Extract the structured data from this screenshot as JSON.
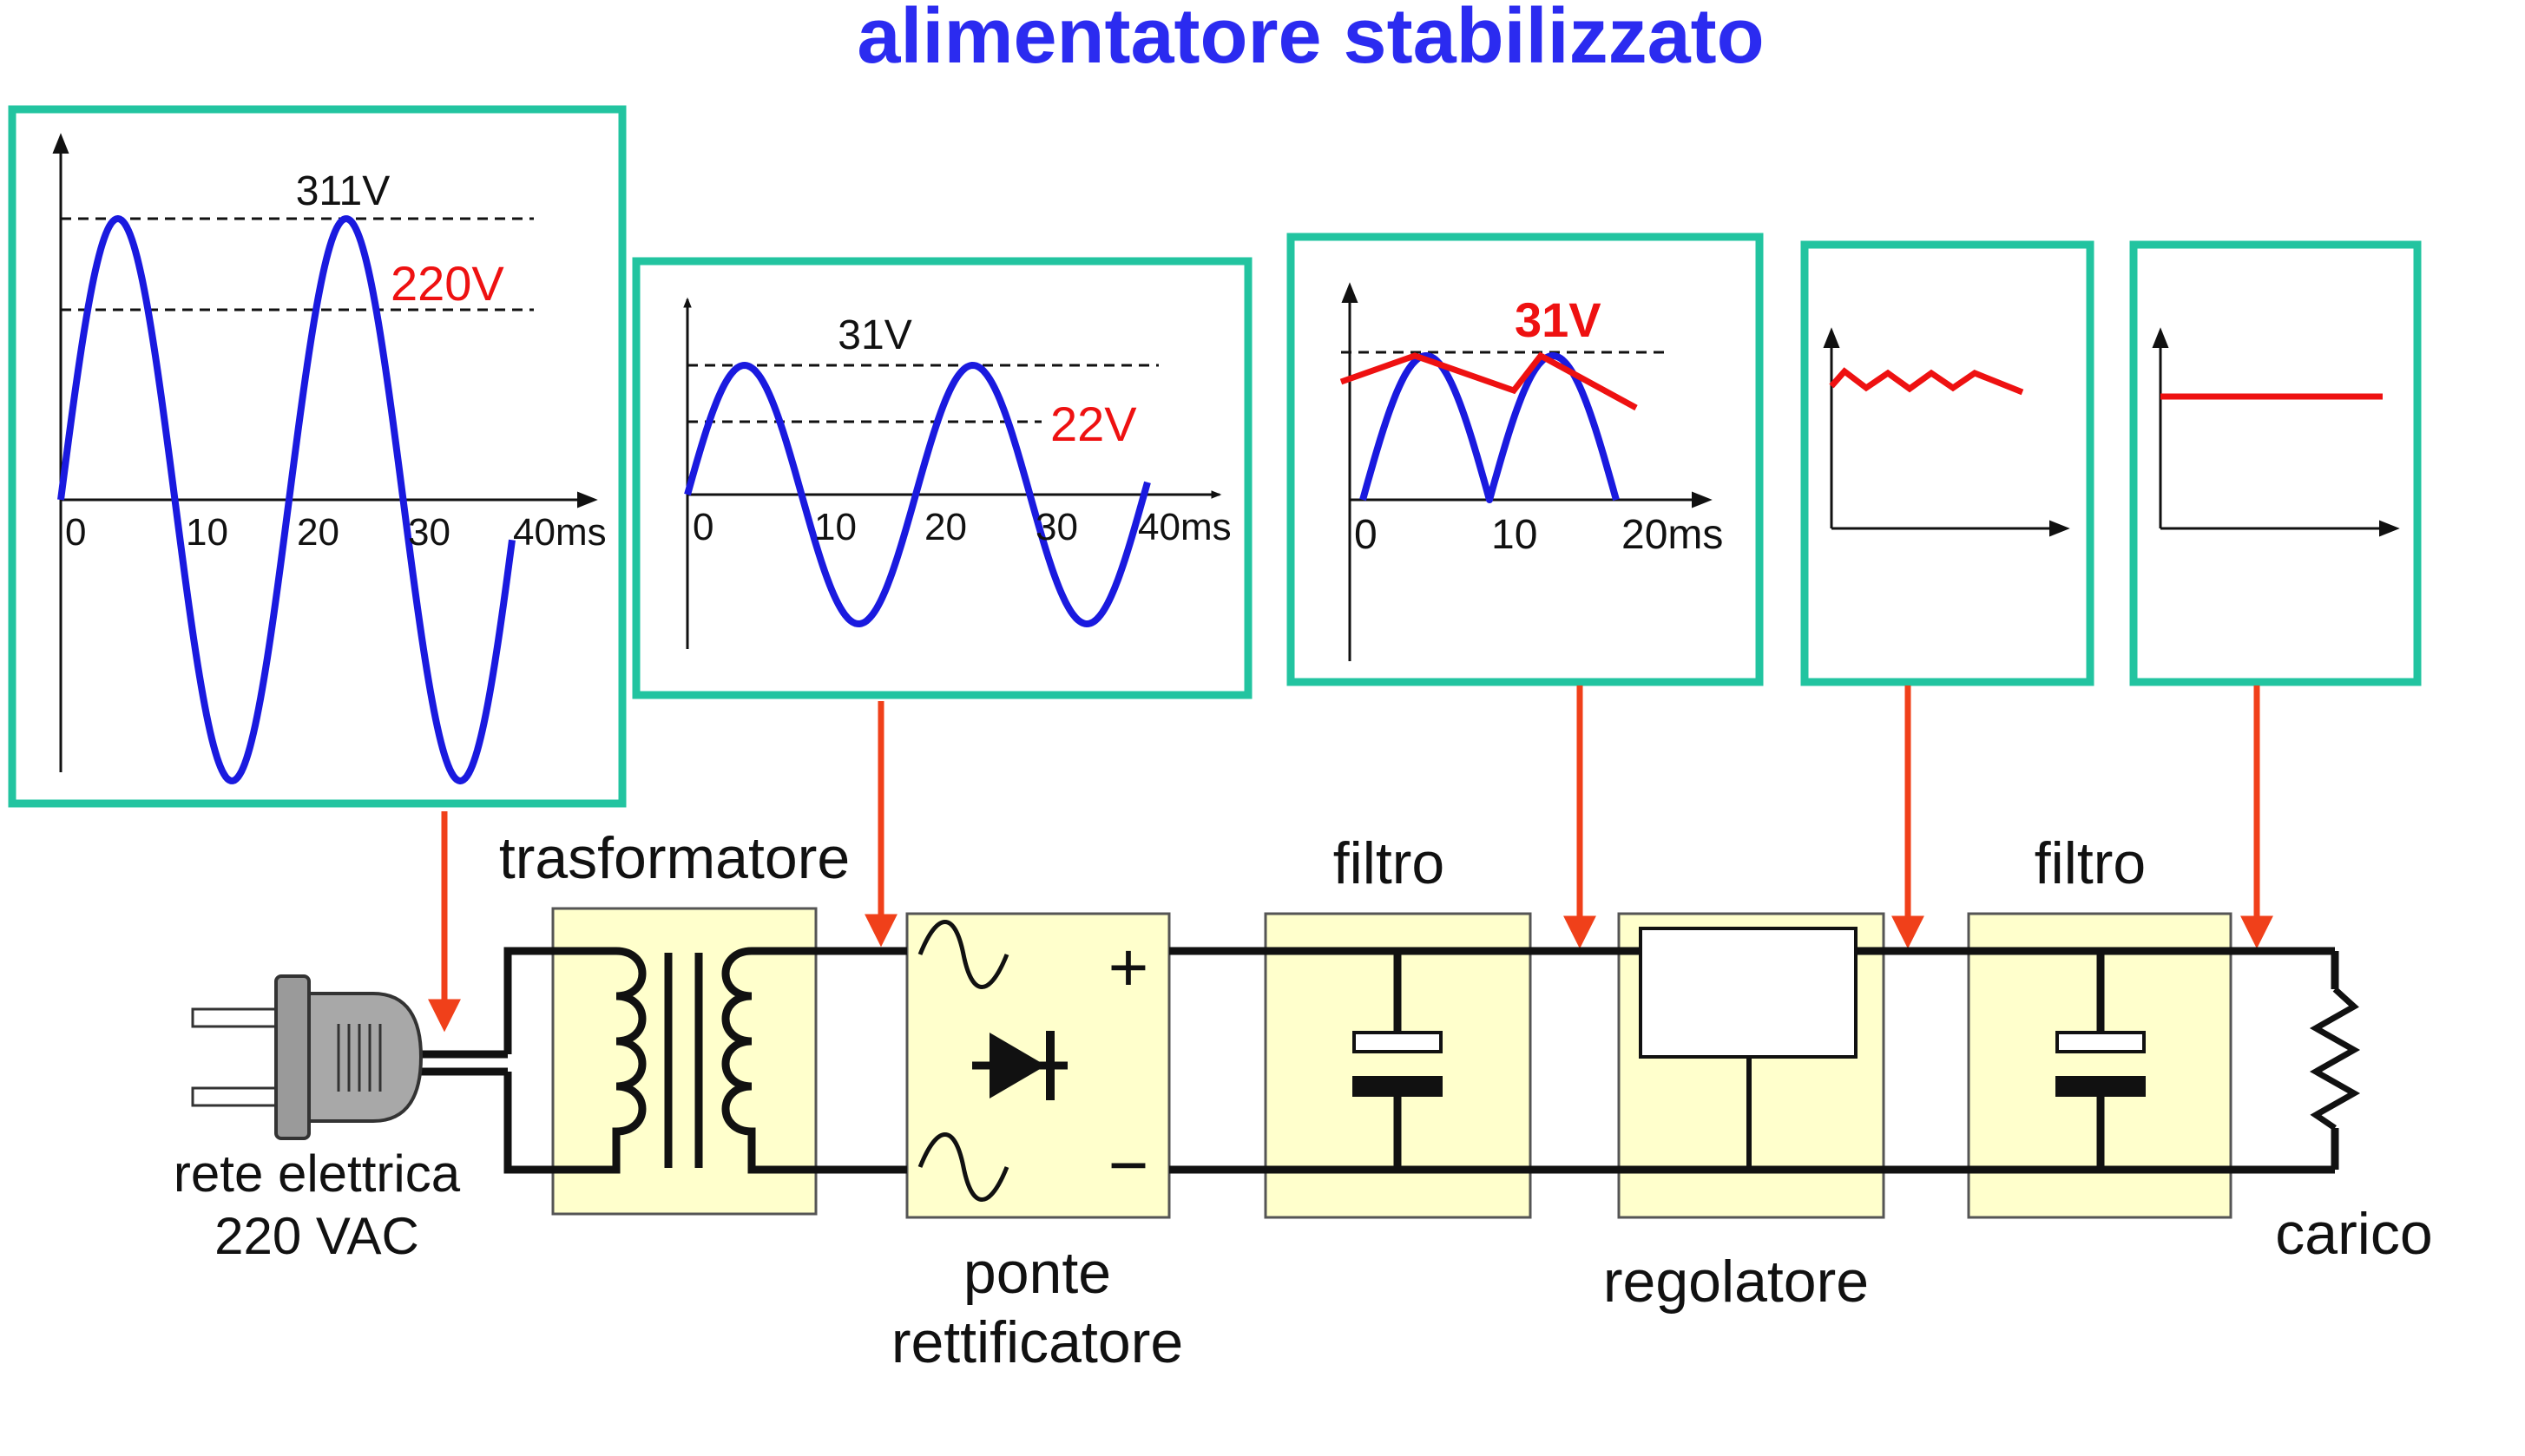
{
  "title": "alimentatore stabilizzato",
  "colors": {
    "title": "#2b2bf0",
    "panel_border": "#22c4a0",
    "wave": "#1a1adf",
    "annotation": "#ee1111",
    "arrow": "#f0401a",
    "block_fill": "#ffffcc"
  },
  "icons": [
    "plug-icon",
    "transformer-coils-icon",
    "ac-wave-icon",
    "diode-icon",
    "capacitor-icon",
    "resistor-icon"
  ],
  "panels": {
    "mains": {
      "peak_label": "311V",
      "rms_label": "220V",
      "ticks": [
        "0",
        "10",
        "20",
        "30",
        "40ms"
      ]
    },
    "secondary": {
      "peak_label": "31V",
      "rms_label": "22V",
      "ticks": [
        "0",
        "10",
        "20",
        "30",
        "40ms"
      ]
    },
    "rectified": {
      "peak_label": "31V",
      "ticks": [
        "0",
        "10",
        "20ms"
      ]
    }
  },
  "blocks": {
    "mains_line1": "rete elettrica",
    "mains_line2": "220 VAC",
    "transformer": "trasformatore",
    "bridge_line1": "ponte",
    "bridge_line2": "rettificatore",
    "bridge_plus": "+",
    "bridge_minus": "−",
    "filter1": "filtro",
    "regulator": "regolatore",
    "filter2": "filtro",
    "load": "carico"
  }
}
